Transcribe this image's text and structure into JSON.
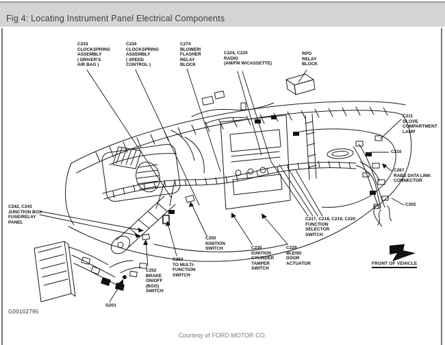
{
  "title": "Fig 4: Locating Instrument Panel Electrical Components",
  "figure_id": "G00102795",
  "footer": "Courtesy of FORD MOTOR CO.",
  "front_of_vehicle": "FRONT OF VEHICLE",
  "colors": {
    "title_bar_bg": "#d4d4d4",
    "title_text": "#3e3e3e",
    "line_art": "#1a1a1a",
    "footer_text": "#7b7b7b",
    "frame_border": "#787878"
  },
  "icons": {
    "front_of_vehicle_arrow": "solid black arrow pointing toward vehicle front"
  },
  "callouts": [
    {
      "id": "C233",
      "lines": [
        "C233",
        "CLOCKSPRING",
        "ASSEMBLY",
        "( DRIVER'S",
        "AIR BAG )"
      ]
    },
    {
      "id": "C234",
      "lines": [
        "C234",
        "CLOCKSPRING",
        "ASSEMBLY",
        "( SPEED",
        "CONTROL )"
      ]
    },
    {
      "id": "C274",
      "lines": [
        "C274",
        "BLOWER/",
        "FLASHER",
        "RELAY",
        "BLOCK"
      ]
    },
    {
      "id": "C224_C225",
      "lines": [
        "C224, C225",
        "RADIO",
        "(AM/FM W/CASSETTE)"
      ]
    },
    {
      "id": "RPO",
      "lines": [
        "RPO",
        "RELAY",
        "BLOCK"
      ]
    },
    {
      "id": "C211",
      "lines": [
        "C211",
        "GLOVE",
        "COMPARTMENT",
        "LAMP"
      ]
    },
    {
      "id": "C210",
      "lines": [
        "C210"
      ]
    },
    {
      "id": "C267",
      "lines": [
        "C267",
        "RABS DATA LINK",
        "CONNECTOR"
      ]
    },
    {
      "id": "C202",
      "lines": [
        "C202"
      ]
    },
    {
      "id": "C242_C243",
      "lines": [
        "C242, C243",
        "JUNCTION BOX",
        "FUSE/RELAY",
        "PANEL"
      ]
    },
    {
      "id": "C250",
      "lines": [
        "C250",
        "IGNITION",
        "SWITCH"
      ]
    },
    {
      "id": "C253",
      "lines": [
        "C253",
        "TO MULTI-",
        "FUNCTION",
        "SWITCH"
      ]
    },
    {
      "id": "C252",
      "lines": [
        "C252",
        "BRAKE",
        "ON/OFF",
        "(BOO)",
        "SWITCH"
      ]
    },
    {
      "id": "C235",
      "lines": [
        "C235",
        "IGNITION",
        "CYLINDER",
        "TAMPER",
        "SWITCH"
      ]
    },
    {
      "id": "C229",
      "lines": [
        "C229",
        "BLEND",
        "DOOR",
        "ACTUATOR"
      ]
    },
    {
      "id": "C217_C218_C219_C220",
      "lines": [
        "C217, C218, C219, C220",
        "FUNCTION",
        "SELECTOR",
        "SWITCH"
      ]
    },
    {
      "id": "G201",
      "lines": [
        "G201"
      ]
    }
  ]
}
